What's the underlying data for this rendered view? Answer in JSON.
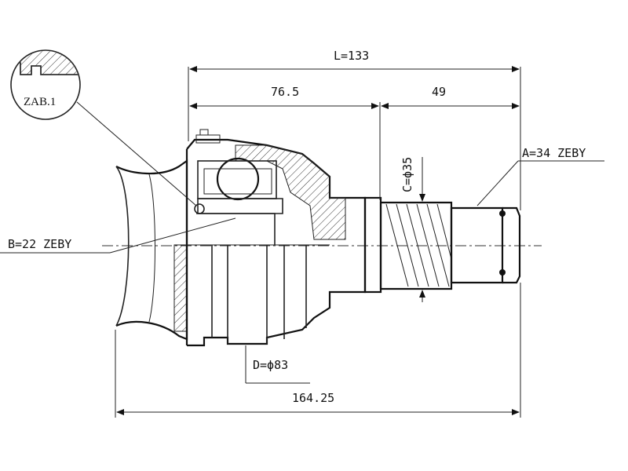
{
  "dimensions": {
    "length_total": "L=133",
    "length_housing": "76.5",
    "length_shaft": "49",
    "overall": "164.25",
    "spline_diameter": "C=ϕ35",
    "housing_diameter": "D=ϕ83"
  },
  "callouts": {
    "outer_teeth": "A=34 ZEBY",
    "inner_teeth": "B=22 ZEBY",
    "detail": "ZAB.1"
  },
  "colors": {
    "line": "#222222",
    "background": "#ffffff"
  }
}
